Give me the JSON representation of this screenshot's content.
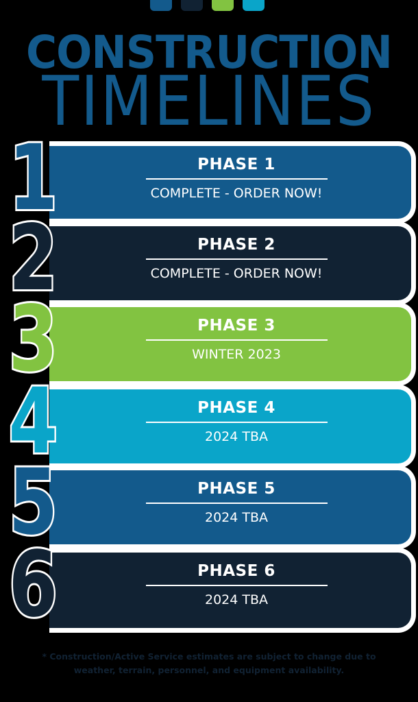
{
  "header": {
    "dots": [
      {
        "color": "#135a8c"
      },
      {
        "color": "#112233"
      },
      {
        "color": "#82c341"
      },
      {
        "color": "#0aa5c9"
      }
    ],
    "title_line_1": "CONSTRUCTION",
    "title_line_2": "TIMELINES",
    "title_color": "#135a8c"
  },
  "phases": [
    {
      "number": "1",
      "title": "PHASE 1",
      "status": "COMPLETE - ORDER NOW!",
      "color": "#135a8c"
    },
    {
      "number": "2",
      "title": "PHASE 2",
      "status": "COMPLETE - ORDER NOW!",
      "color": "#112233"
    },
    {
      "number": "3",
      "title": "PHASE 3",
      "status": "WINTER 2023",
      "color": "#82c341"
    },
    {
      "number": "4",
      "title": "PHASE 4",
      "status": "2024 TBA",
      "color": "#0aa5c9"
    },
    {
      "number": "5",
      "title": "PHASE 5",
      "status": "2024 TBA",
      "color": "#135a8c"
    },
    {
      "number": "6",
      "title": "PHASE 6",
      "status": "2024 TBA",
      "color": "#112233"
    }
  ],
  "footnote": {
    "line_1": "* Construction/Active Service estimates are subject to change due to",
    "line_2": "weather, terrain, personnel, and equipment availability."
  }
}
